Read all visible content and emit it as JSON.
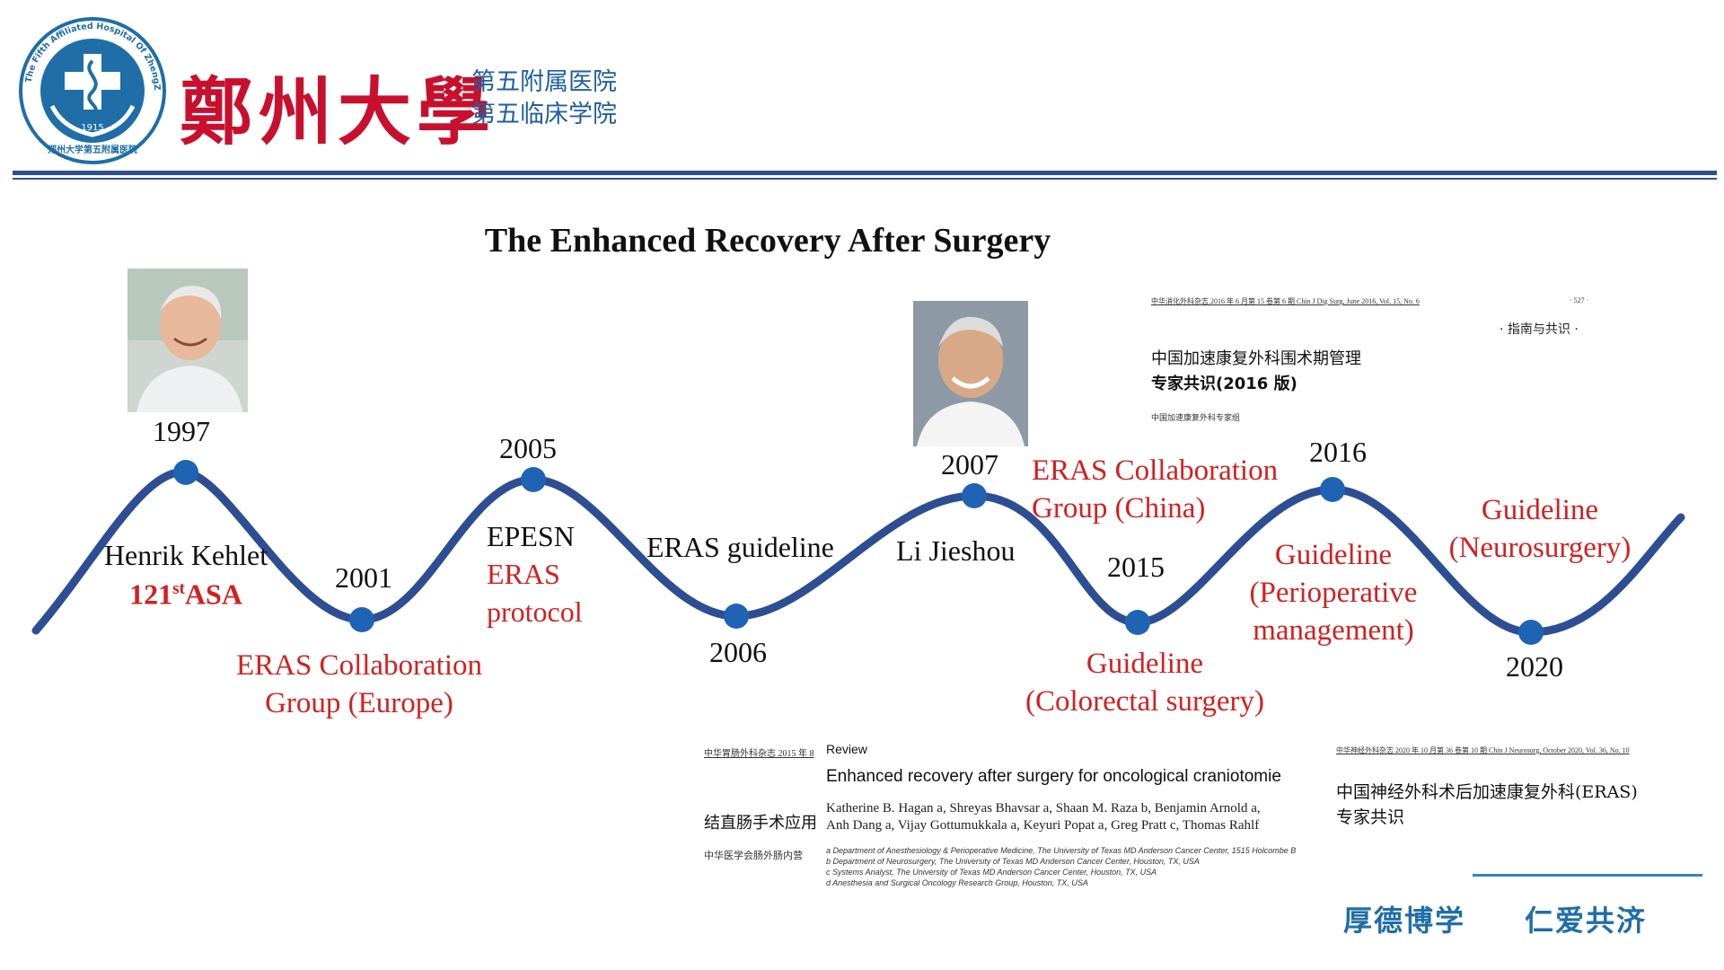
{
  "header": {
    "university": "鄭州大學",
    "line1": "第五附属医院",
    "line2": "第五临床学院",
    "logo": {
      "ring_text": "The Fifth Affiliated Hospital Of ZhengZhou University",
      "year": "1915",
      "bottom_text": "郑州大学第五附属医院"
    }
  },
  "title": "The Enhanced Recovery After Surgery",
  "timeline": {
    "years": [
      "1997",
      "2001",
      "2005",
      "2006",
      "2007",
      "2015",
      "2016",
      "2020"
    ],
    "kehlet_name": "Henrik Kehlet",
    "kehlet_asa_num": "121",
    "kehlet_asa_sup": "st",
    "kehlet_asa_tail": "ASA",
    "eras_europe_1": "ERAS Collaboration",
    "eras_europe_2": "Group (Europe)",
    "epesn": "EPESN",
    "eras_protocol_1": "ERAS",
    "eras_protocol_2": "protocol",
    "eras_guideline": "ERAS guideline",
    "li_jieshou": "Li Jieshou",
    "eras_china_1": "ERAS Collaboration",
    "eras_china_2": "Group (China)",
    "colorectal_1": "Guideline",
    "colorectal_2": "(Colorectal surgery)",
    "periop_1": "Guideline",
    "periop_2": "(Perioperative",
    "periop_3": "management)",
    "neuro_1": "Guideline",
    "neuro_2": "(Neurosurgery)"
  },
  "doc2016": {
    "running_head": "中华消化外科杂志 2016 年 6 月第 15 卷第 6 期  Chin J Dig Surg, June 2016, Vol. 15, No. 6",
    "page": "· 527 ·",
    "section": "· 指南与共识 ·",
    "title1": "中国加速康复外科围术期管理",
    "title2": "专家共识(2016 版)",
    "group": "中国加速康复外科专家组"
  },
  "doc2015": {
    "running_head": "中华胃肠外科杂志 2015 年 8",
    "title": "结直肠手术应用",
    "society": "中华医学会肠外肠内营"
  },
  "docReview": {
    "label": "Review",
    "title": "Enhanced recovery after surgery for oncological craniotomie",
    "authors1": "Katherine B. Hagan a, Shreyas Bhavsar a, Shaan M. Raza b, Benjamin Arnold a,",
    "authors2": "Anh Dang a, Vijay Gottumukkala a, Keyuri Popat a, Greg Pratt c, Thomas Rahlf",
    "aff1": "a Department of Anesthesiology & Perioperative Medicine, The University of Texas MD Anderson Cancer Center, 1515 Holcombe B",
    "aff2": "b Department of Neurosurgery, The University of Texas MD Anderson Cancer Center, Houston, TX, USA",
    "aff3": "c Systems Analyst, The University of Texas MD Anderson Cancer Center, Houston, TX, USA",
    "aff4": "d Anesthesia and Surgical Oncology Research Group, Houston, TX, USA"
  },
  "doc2020": {
    "running_head": "中华神经外科杂志 2020 年 10 月第 36 卷第 10 期  Chin J Neurosurg, October 2020, Vol. 36, No. 10",
    "title1": "中国神经外科术后加速康复外科(ERAS)",
    "title2": "专家共识"
  },
  "footer": {
    "motto1": "厚德博学",
    "motto2": "仁爱共济"
  },
  "colors": {
    "wave": "#2e4e94",
    "dot": "#1f63b5",
    "red_text": "#d42020",
    "header_blue": "#1f5fa0"
  }
}
